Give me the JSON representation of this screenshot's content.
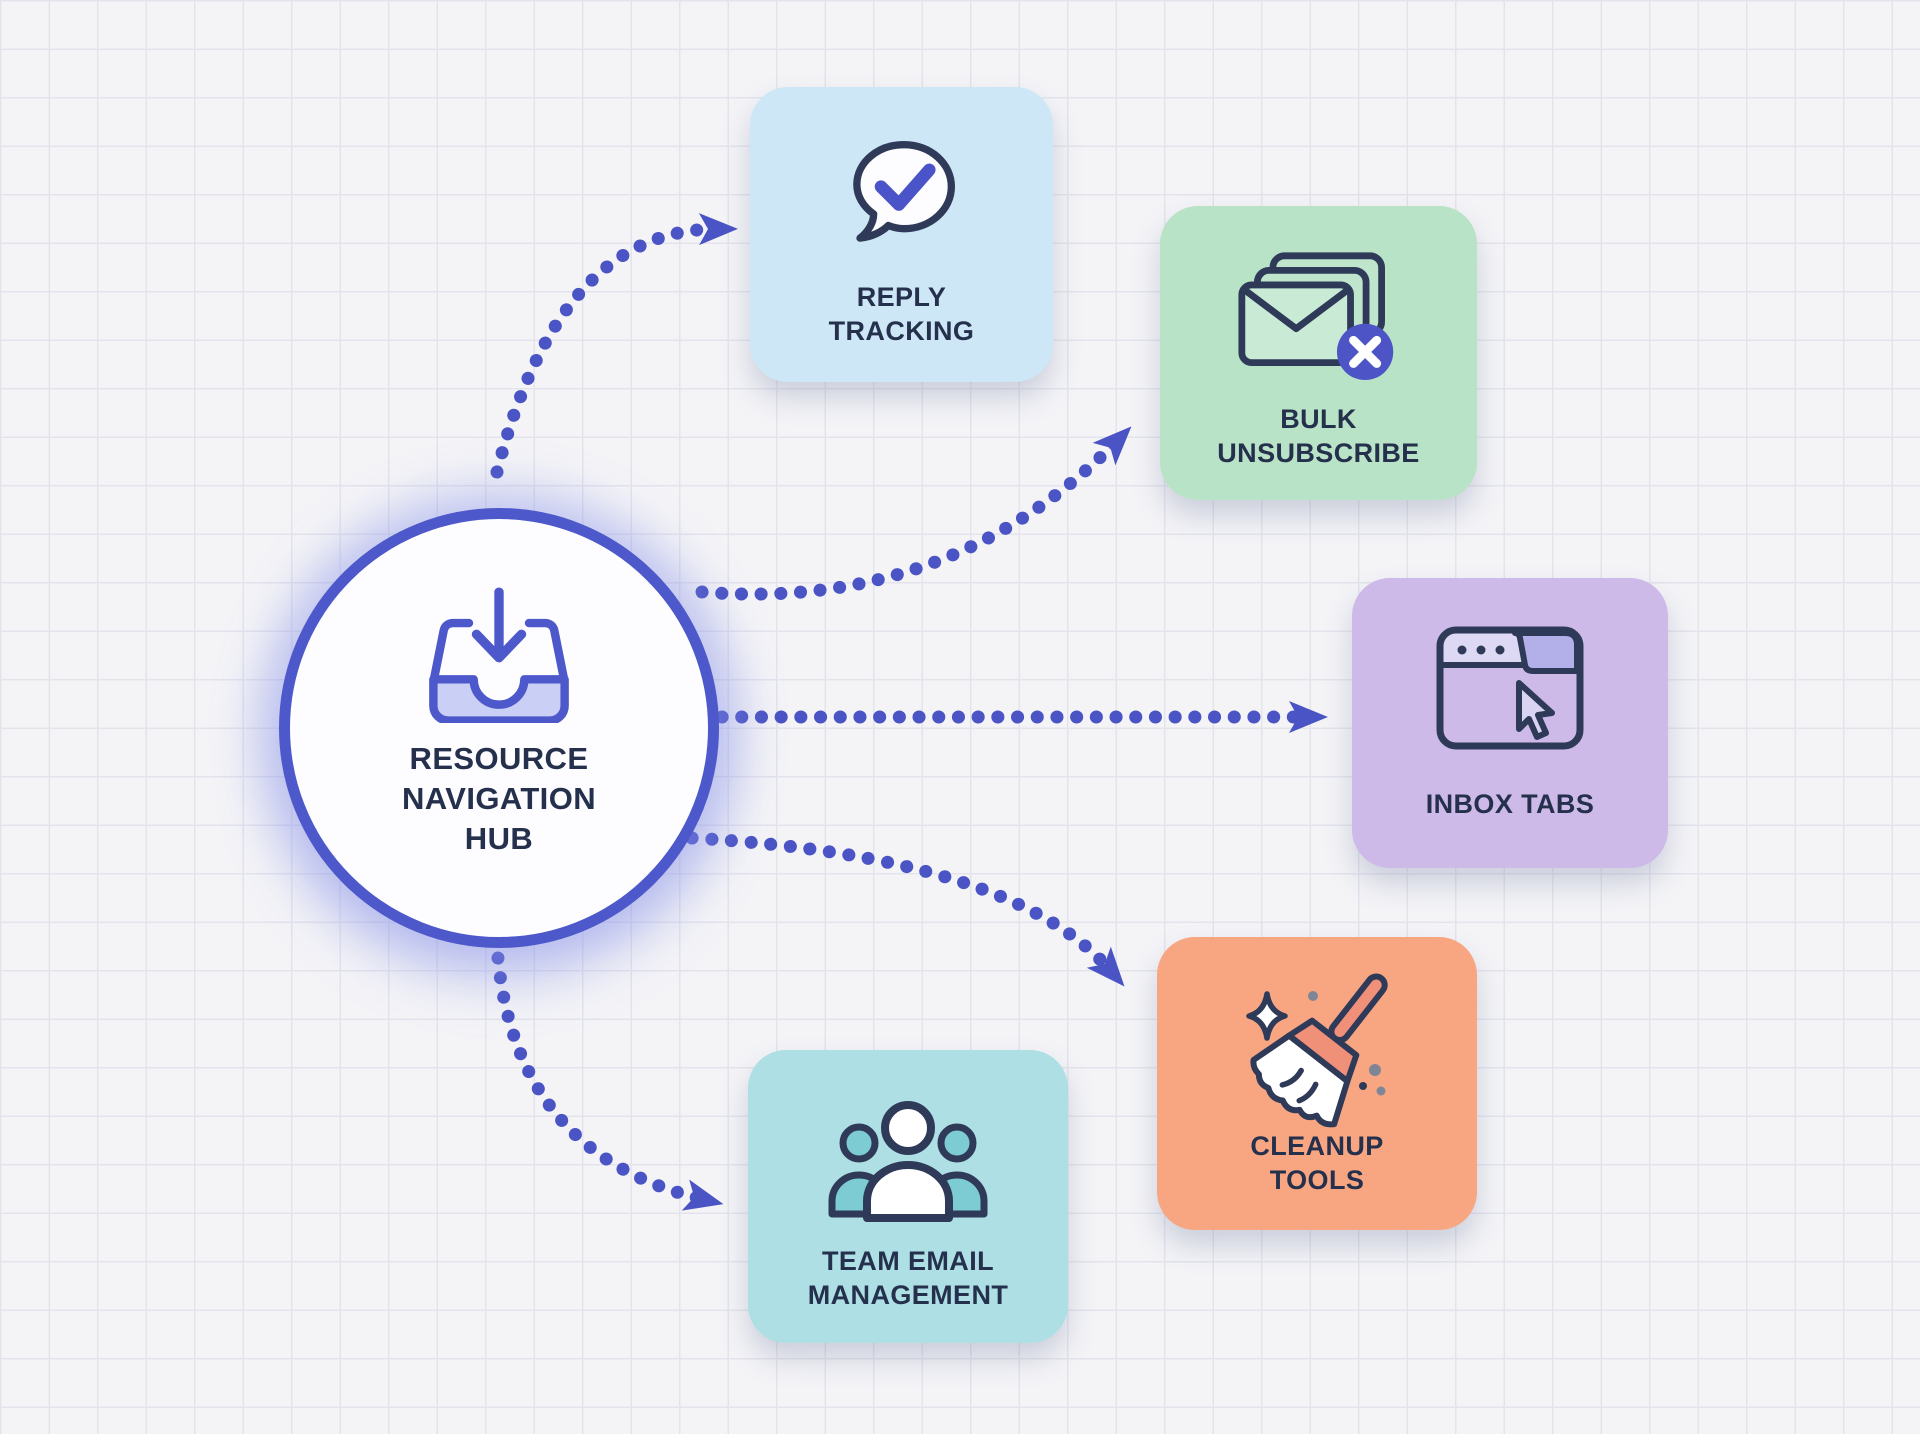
{
  "diagram": {
    "hub": {
      "id": "resource-navigation-hub",
      "lines": [
        "RESOURCE",
        "NAVIGATION",
        "HUB"
      ],
      "icon": "inbox-download-icon"
    },
    "nodes": [
      {
        "id": "reply-tracking",
        "lines": [
          "REPLY",
          "TRACKING"
        ],
        "icon": "speech-bubble-check-icon",
        "bg": "#cde7f6"
      },
      {
        "id": "bulk-unsubscribe",
        "lines": [
          "BULK",
          "UNSUBSCRIBE"
        ],
        "icon": "envelope-stack-x-icon",
        "bg": "#b9e3c6"
      },
      {
        "id": "inbox-tabs",
        "lines": [
          "INBOX TABS"
        ],
        "icon": "browser-cursor-icon",
        "bg": "#cdbae8"
      },
      {
        "id": "cleanup-tools",
        "lines": [
          "CLEANUP",
          "TOOLS"
        ],
        "icon": "broom-icon",
        "bg": "#f7a681"
      },
      {
        "id": "team-email-management",
        "lines": [
          "TEAM EMAIL",
          "MANAGEMENT"
        ],
        "icon": "people-group-icon",
        "bg": "#addfe4"
      }
    ],
    "connections": [
      {
        "from": "resource-navigation-hub",
        "to": "reply-tracking"
      },
      {
        "from": "resource-navigation-hub",
        "to": "bulk-unsubscribe"
      },
      {
        "from": "resource-navigation-hub",
        "to": "inbox-tabs"
      },
      {
        "from": "resource-navigation-hub",
        "to": "cleanup-tools"
      },
      {
        "from": "resource-navigation-hub",
        "to": "team-email-management"
      }
    ],
    "colors": {
      "background": "#f4f4f7",
      "grid_line": "#e3e3ec",
      "arrow_indigo": "#4a54c4",
      "hub_ring_indigo": "#4d58cb",
      "icon_outline_navy": "#2e3a58",
      "label_text_navy": "#25304d"
    }
  }
}
